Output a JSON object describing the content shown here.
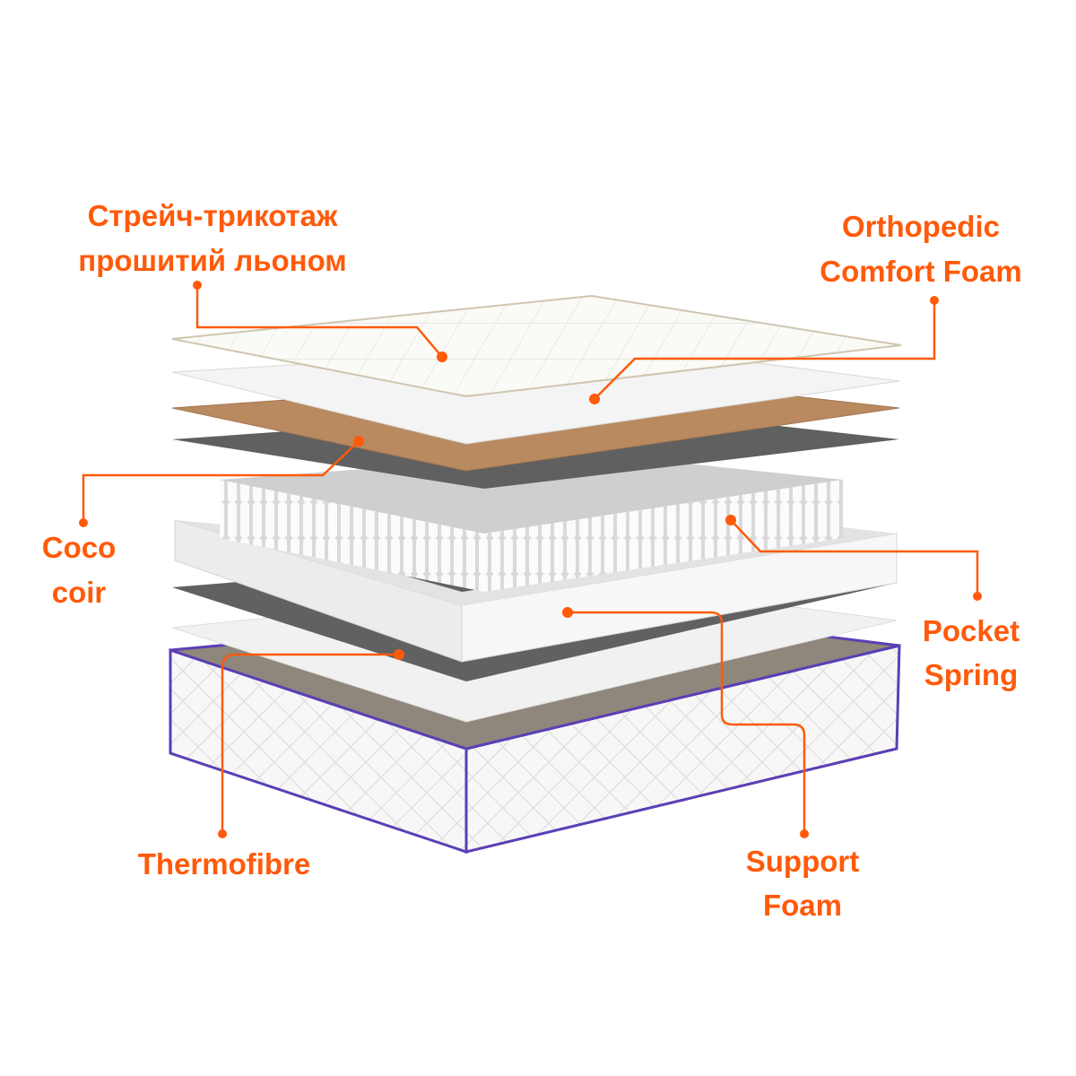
{
  "colors": {
    "accent": "#ff5a0a",
    "edge_piping": "#5b3fb5",
    "coco": "#b98a60",
    "felt": "#5e5e5e"
  },
  "labels": {
    "cover": [
      "Стрейч-трикотаж",
      "прошитий льоном"
    ],
    "comfort_foam": [
      "Orthopedic",
      "Comfort Foam"
    ],
    "coco": [
      "Coco",
      "coir"
    ],
    "pocket_spring": [
      "Pocket",
      "Spring"
    ],
    "thermofibre": [
      "Thermofibre"
    ],
    "support_foam": [
      "Support",
      "Foam"
    ]
  }
}
